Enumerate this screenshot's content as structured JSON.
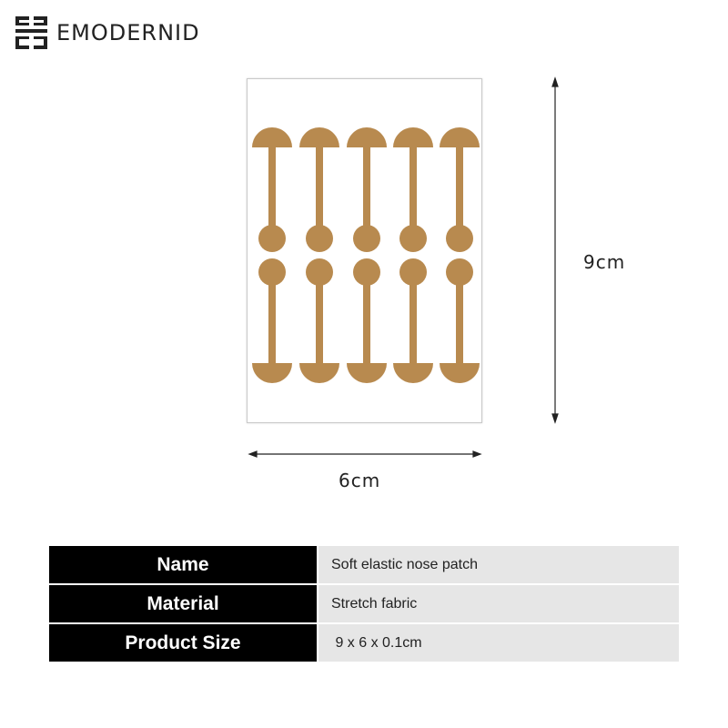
{
  "brand": {
    "name": "EMODERNID",
    "logo_icon": "brand-logo-icon"
  },
  "product": {
    "patch_color": "#b88a4f",
    "dimensions": {
      "width_label": "6cm",
      "height_label": "9cm"
    }
  },
  "specs": [
    {
      "key": "Name",
      "value": "Soft elastic nose patch"
    },
    {
      "key": "Material",
      "value": "Stretch fabric"
    },
    {
      "key": "Product Size",
      "value": " 9 x 6 x 0.1cm"
    }
  ]
}
